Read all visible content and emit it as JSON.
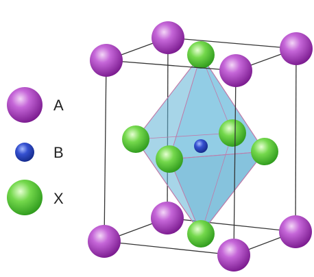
{
  "legend": [
    {
      "label": "A",
      "color": "#9b2fb0",
      "highlight": "#e8b8f0"
    },
    {
      "label": "B",
      "color": "#1f3fb8",
      "highlight": "#8fa8ff"
    },
    {
      "label": "X",
      "color": "#3fb82a",
      "highlight": "#c8f5a8"
    }
  ],
  "colors": {
    "octahedron_fill": "#5fb3d6",
    "octahedron_edge": "#c07aa8",
    "cell_edge": "#333333"
  }
}
